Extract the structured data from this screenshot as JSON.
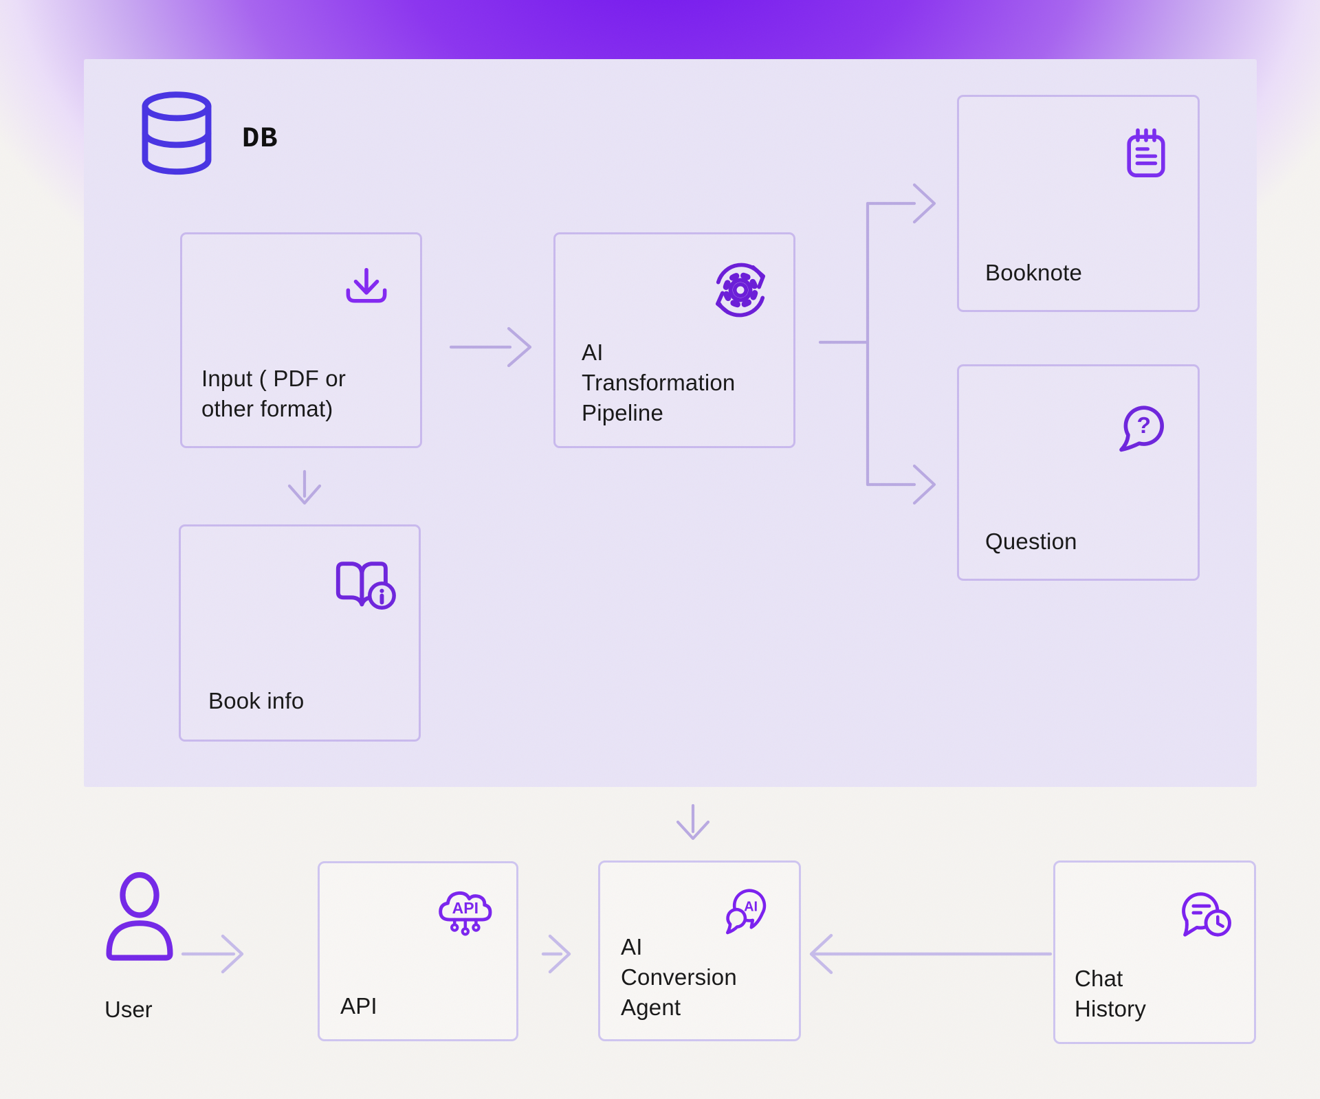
{
  "colors": {
    "brand_purple": "#7a1ef0",
    "db_icon_blue": "#4732e3",
    "panel_background": "#e9e4f7",
    "panel_box_border": "#c9b9ee",
    "bottom_box_border": "#cfc5f1",
    "arrow_light_purple": "#b9a9e2",
    "top_gradient_purple": "#7b16f2",
    "text": "#161616"
  },
  "panel": {
    "db_label": "DB",
    "boxes": {
      "input": {
        "icon": "download-icon",
        "lines": [
          "Input ( PDF or",
          "other format)"
        ]
      },
      "pipeline": {
        "icon": "process-sync-gear-icon",
        "lines": [
          "AI",
          "Transformation",
          "Pipeline"
        ]
      },
      "booknote": {
        "icon": "notepad-icon",
        "lines": [
          "Booknote"
        ]
      },
      "question": {
        "icon": "question-bubble-icon",
        "icon_glyph": "?",
        "lines": [
          "Question"
        ]
      },
      "bookinfo": {
        "icon": "book-info-icon",
        "lines": [
          "Book info"
        ]
      }
    }
  },
  "bottom": {
    "user": {
      "icon": "person-icon",
      "label": "User"
    },
    "api": {
      "icon": "api-cloud-icon",
      "icon_text": "API",
      "label": "API"
    },
    "agent": {
      "icon": "ai-chat-bubbles-icon",
      "icon_text": "AI",
      "lines": [
        "AI",
        "Conversion",
        "Agent"
      ]
    },
    "chat_history": {
      "icon": "chat-history-clock-icon",
      "lines": [
        "Chat",
        "History"
      ]
    }
  }
}
